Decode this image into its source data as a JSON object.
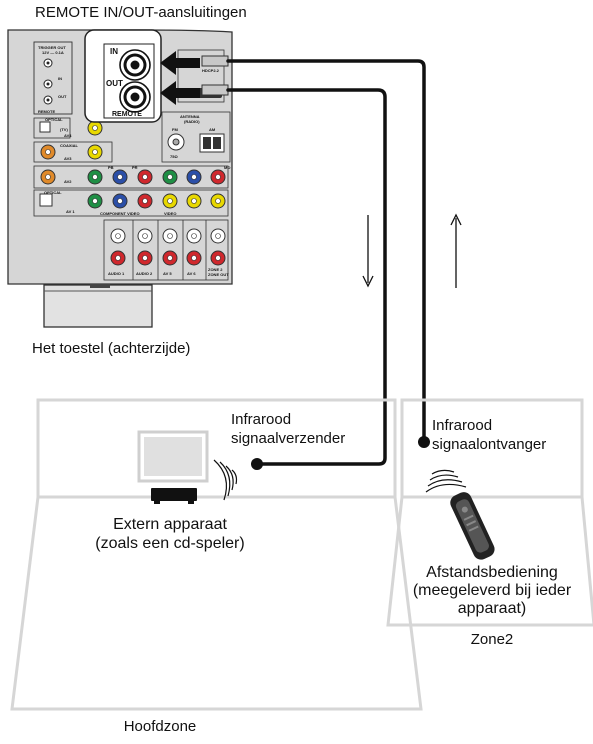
{
  "title": "REMOTE IN/OUT-aansluitingen",
  "device_caption": "Het toestel (achterzijde)",
  "zoom_labels": {
    "in": "IN",
    "out": "OUT",
    "remote": "REMOTE"
  },
  "main_zone": {
    "name": "Hoofdzone",
    "transmitter_label": [
      "Infrarood",
      "signaalverzender"
    ],
    "device_label": [
      "Extern apparaat",
      "(zoals een cd-speler)"
    ]
  },
  "zone2": {
    "name": "Zone2",
    "receiver_label": [
      "Infrarood",
      "signaalontvanger"
    ],
    "remote_label": [
      "Afstandsbediening",
      "(meegeleverd bij ieder",
      "apparaat)"
    ]
  },
  "panel_labels": {
    "trigger_out": "TRIGGER OUT",
    "trigger_spec": "12V — 0.1A",
    "in": "IN",
    "out": "OUT",
    "remote": "REMOTE",
    "optical": "OPTICAL",
    "tv": "(TV)",
    "av4": "AV4",
    "coaxial": "COAXIAL",
    "av3": "AV3",
    "av2": "AV2",
    "av1": "AV 1",
    "component_video": "COMPONENT VIDEO",
    "video": "VIDEO",
    "antenna": "ANTENNA",
    "radio": "(RADIO)",
    "fm": "FM",
    "ohm": "75Ω",
    "am": "AM",
    "audio1": "AUDIO 1",
    "audio2": "AUDIO 2",
    "av5": "AV 5",
    "av6": "AV 6",
    "zone2_out": "ZONE 2",
    "zone_out": "ZONE OUT",
    "pb": "PB",
    "pr": "PR",
    "hdcp": "HDCP2.2",
    "mo": "MO"
  },
  "colors": {
    "panel_fill": "#d9d9d9",
    "panel_stroke": "#333333",
    "zone_frame": "#d6d6d6",
    "cable": "#111111",
    "jack_yellow": "#e8d800",
    "jack_red": "#d0282d",
    "jack_green": "#1f8f45",
    "jack_blue": "#2b4fa8",
    "jack_orange": "#e08a2a"
  }
}
